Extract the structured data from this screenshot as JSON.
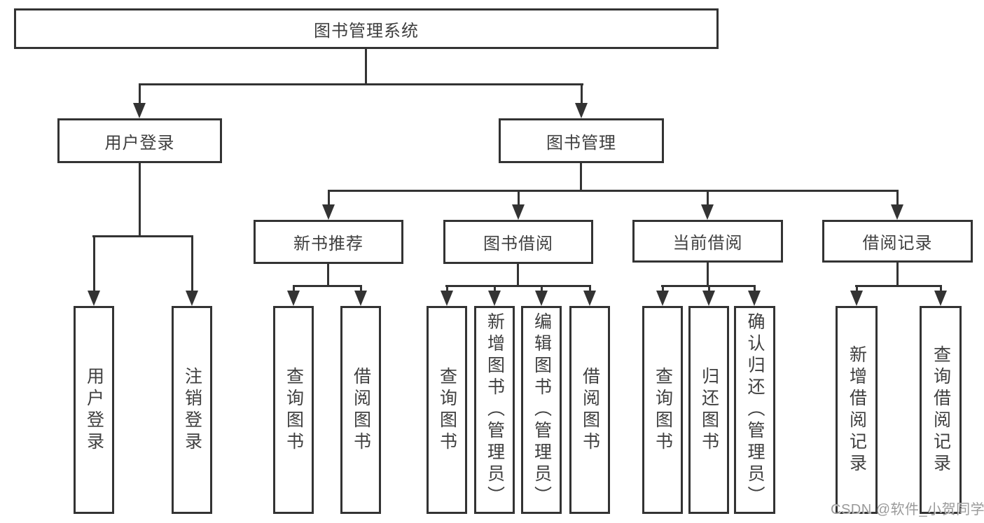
{
  "tree": {
    "root": {
      "label": "图书管理系统",
      "children": [
        {
          "label": "用户登录",
          "children": [
            {
              "label": "用户登录"
            },
            {
              "label": "注销登录"
            }
          ]
        },
        {
          "label": "图书管理",
          "children": [
            {
              "label": "新书推荐",
              "children": [
                {
                  "label": "查询图书"
                },
                {
                  "label": "借阅图书"
                }
              ]
            },
            {
              "label": "图书借阅",
              "children": [
                {
                  "label": "查询图书"
                },
                {
                  "label": "新增图书（管理员）"
                },
                {
                  "label": "编辑图书（管理员）"
                },
                {
                  "label": "借阅图书"
                }
              ]
            },
            {
              "label": "当前借阅",
              "children": [
                {
                  "label": "查询图书"
                },
                {
                  "label": "归还图书"
                },
                {
                  "label": "确认归还（管理员）"
                }
              ]
            },
            {
              "label": "借阅记录",
              "children": [
                {
                  "label": "新增借阅记录"
                },
                {
                  "label": "查询借阅记录"
                }
              ]
            }
          ]
        }
      ]
    }
  },
  "watermark": {
    "text": "CSDN @软件_小贺同学"
  },
  "colors": {
    "line": "#333333",
    "box_border": "#333333",
    "box_fill": "#ffffff",
    "text": "#3f3f3f",
    "watermark": "#9a9a9a",
    "background": "#ffffff"
  }
}
